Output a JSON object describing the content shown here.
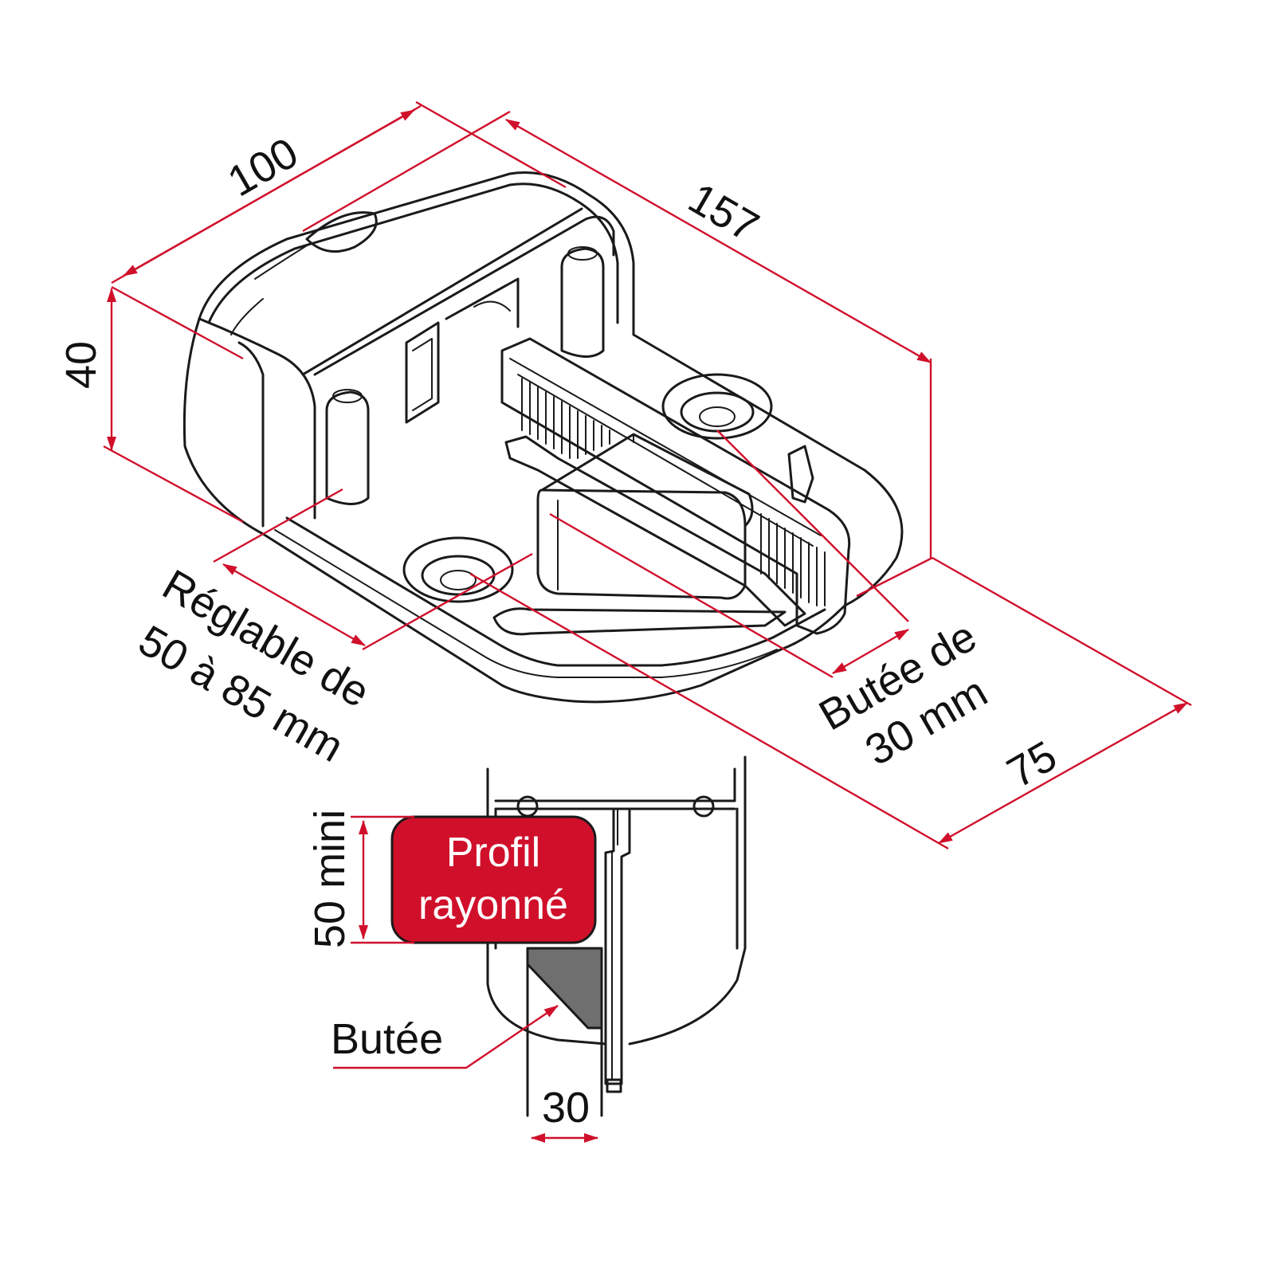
{
  "colors": {
    "dimension": "#d0102b",
    "profile_box": "#d0102b",
    "stop_block": "#6f6f6f",
    "ink": "#1a1a1a"
  },
  "dimensions": {
    "width": "100",
    "length": "157",
    "height": "40",
    "depth": "75",
    "adjustable": "Réglable de",
    "adjustable_range": "50 à 85 mm",
    "stop_line1": "Butée de",
    "stop_line2": "30 mm"
  },
  "detail": {
    "profile_line1": "Profil",
    "profile_line2": "rayonné",
    "min_height": "50 mini",
    "stop_label": "Butée",
    "stop_width": "30"
  }
}
